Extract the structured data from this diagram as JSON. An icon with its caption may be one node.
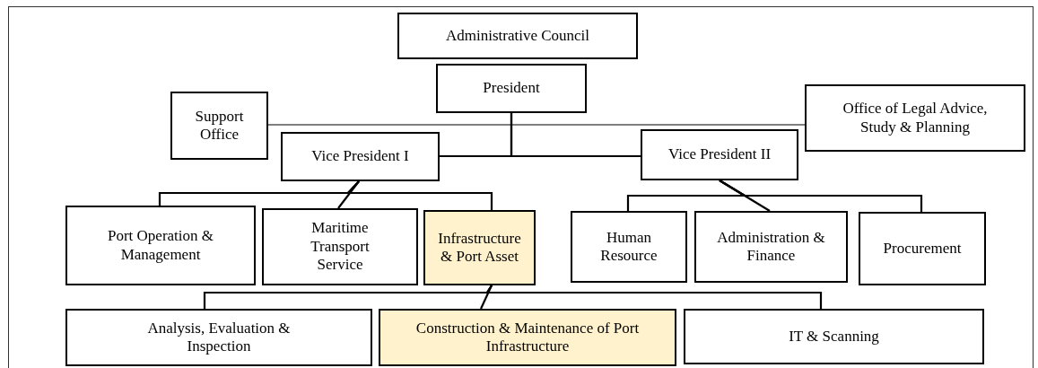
{
  "diagram": {
    "nodes": [
      {
        "text": [
          "Administrative Council"
        ]
      },
      {
        "text": [
          "President"
        ]
      },
      {
        "text": [
          "Support Office"
        ]
      },
      {
        "text": [
          "Office of Legal Advice, Study & Planning"
        ]
      },
      {
        "text": [
          "Vice President I"
        ]
      },
      {
        "text": [
          "Vice President II"
        ]
      },
      {
        "text": [
          "Port Operation & Management"
        ]
      },
      {
        "text": [
          "Maritime Transport Service"
        ]
      },
      {
        "text": [
          "Infrastructure & Port Asset"
        ]
      },
      {
        "text": [
          "Human Resource"
        ]
      },
      {
        "text": [
          "Administration & Finance"
        ]
      },
      {
        "text": [
          "Procurement"
        ]
      },
      {
        "text": [
          "Analysis, Evaluation & Inspection"
        ]
      },
      {
        "text": [
          "Construction & Maintenance of Port Infrastructure"
        ]
      },
      {
        "text": [
          "IT & Scanning"
        ]
      }
    ],
    "edges": [
      {
        "from": 1,
        "to": 2,
        "arrow": "none"
      },
      {
        "from": 1,
        "to": 3,
        "arrow": "none"
      },
      {
        "from": 1,
        "to": 4,
        "arrow": "none"
      },
      {
        "from": 1,
        "to": 5,
        "arrow": "none"
      },
      {
        "from": 4,
        "to": 6,
        "arrow": "none"
      },
      {
        "from": 4,
        "to": 7,
        "arrow": "none"
      },
      {
        "from": 4,
        "to": 8,
        "arrow": "none"
      },
      {
        "from": 5,
        "to": 9,
        "arrow": "none"
      },
      {
        "from": 5,
        "to": 10,
        "arrow": "none"
      },
      {
        "from": 5,
        "to": 11,
        "arrow": "none"
      },
      {
        "from": 8,
        "to": 12,
        "arrow": "none"
      },
      {
        "from": 8,
        "to": 13,
        "arrow": "none"
      },
      {
        "from": 8,
        "to": 14,
        "arrow": "none"
      }
    ]
  }
}
